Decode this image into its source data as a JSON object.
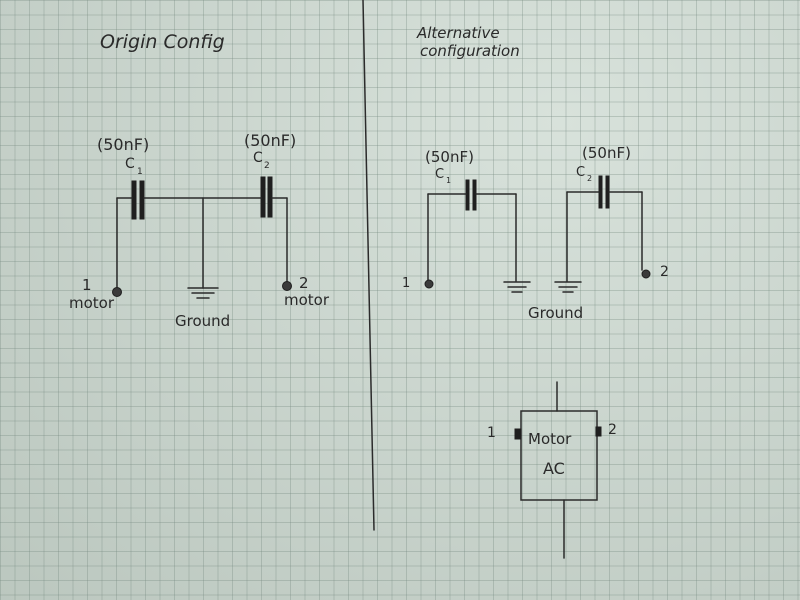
{
  "left_panel": {
    "title": "Origin Config",
    "c1": {
      "value": "(50nF)",
      "name": "C",
      "sub": "1"
    },
    "c2": {
      "value": "(50nF)",
      "name": "C",
      "sub": "2"
    },
    "term1": {
      "num": "1",
      "label": "motor"
    },
    "term2": {
      "num": "2",
      "label": "motor"
    },
    "ground_label": "Ground"
  },
  "right_panel": {
    "title_line1": "Alternative",
    "title_line2": "configuration",
    "c1": {
      "value": "(50nF)",
      "name": "C",
      "sub": "1"
    },
    "c2": {
      "value": "(50nF)",
      "name": "C",
      "sub": "2"
    },
    "term1": {
      "num": "1"
    },
    "term2": {
      "num": "2"
    },
    "ground_label": "Ground"
  },
  "motor": {
    "line1": "Motor",
    "line2": "AC",
    "pin1": "1",
    "pin2": "2"
  }
}
